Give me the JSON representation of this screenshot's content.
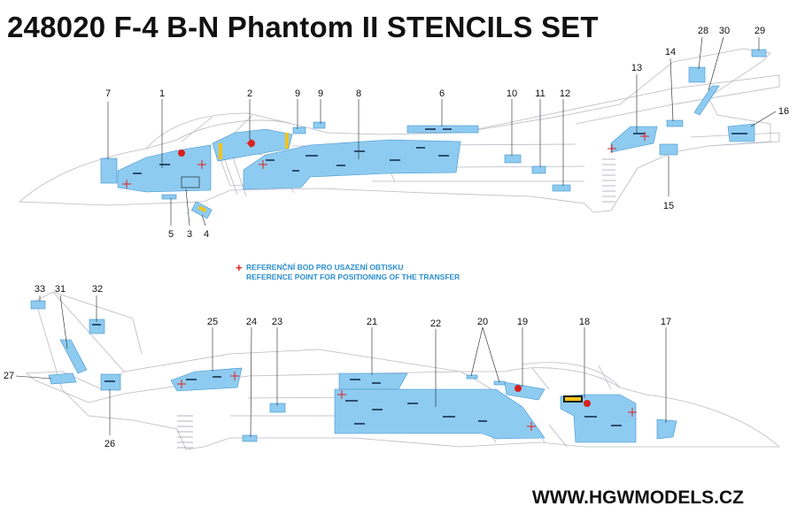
{
  "header": {
    "title": "248020 F-4 B-N Phantom II STENCILS SET"
  },
  "legend": {
    "line_cz": "REFERENČNÍ BOD PRO USAZENÍ OBTISKU",
    "line_en": "REFERENCE POINT FOR POSITIONING OF THE TRANSFER"
  },
  "footer": {
    "website": "WWW.HGWMODELS.CZ"
  },
  "colors": {
    "stencil_fill": "#8ecbf0",
    "stencil_stroke": "#3f93cf",
    "outline": "#b9b9c4",
    "reference_mark": "#e02020",
    "legend_text": "#2a8fd0",
    "warning_badge": "#d6201f",
    "caution_yellow": "#f2c416"
  },
  "callouts": {
    "c1": "1",
    "c2": "2",
    "c3": "3",
    "c4": "4",
    "c5": "5",
    "c6": "6",
    "c7": "7",
    "c8": "8",
    "c9a": "9",
    "c9b": "9",
    "c10": "10",
    "c11": "11",
    "c12": "12",
    "c13": "13",
    "c14": "14",
    "c15": "15",
    "c16": "16",
    "c17": "17",
    "c18": "18",
    "c19": "19",
    "c20": "20",
    "c21": "21",
    "c22": "22",
    "c23": "23",
    "c24": "24",
    "c25": "25",
    "c26": "26",
    "c27": "27",
    "c28": "28",
    "c29": "29",
    "c30": "30",
    "c31": "31",
    "c32": "32",
    "c33": "33"
  }
}
